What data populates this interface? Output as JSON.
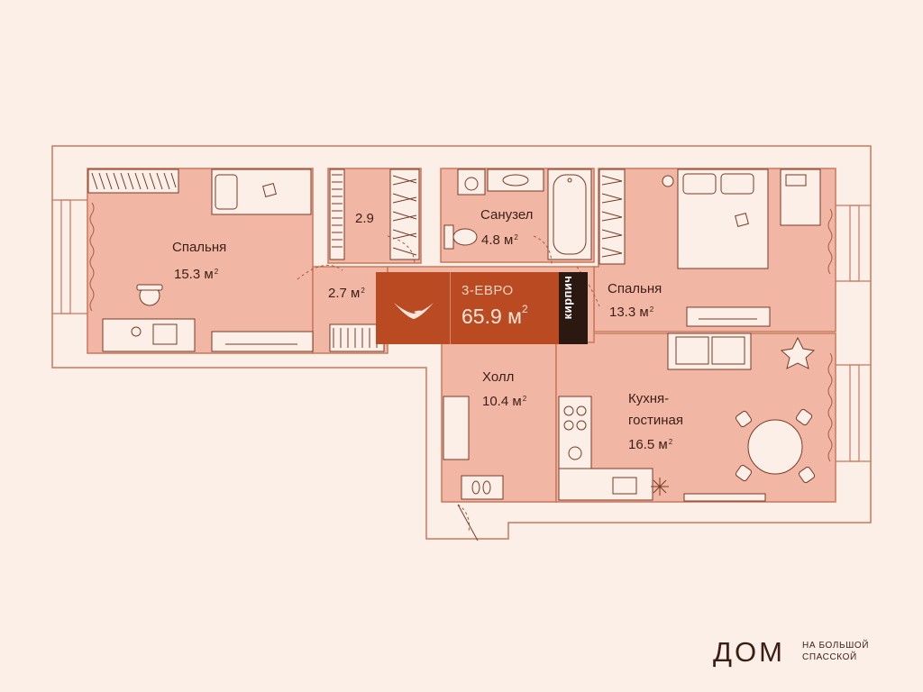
{
  "colors": {
    "background": "#fbefe7",
    "room_fill": "#f2b7a4",
    "wall": "#c9785c",
    "badge": "#b94a22",
    "badge_dark": "#2b1810",
    "text": "#3b1f17"
  },
  "apartment": {
    "type": "3-ЕВРО",
    "area_value": "65.9 м",
    "area_sup": "2",
    "material": "кирпич"
  },
  "rooms": {
    "bedroom_left": {
      "name": "Спальня",
      "area": "15.3 м",
      "sup": "2"
    },
    "closet": {
      "area": "2.9"
    },
    "corridor": {
      "area": "2.7 м",
      "sup": "2"
    },
    "bathroom": {
      "name": "Санузел",
      "area": "4.8 м",
      "sup": "2"
    },
    "bedroom_right": {
      "name": "Спальня",
      "area": "13.3 м",
      "sup": "2"
    },
    "hall": {
      "name": "Холл",
      "area": "10.4 м",
      "sup": "2"
    },
    "kitchen": {
      "name": "Кухня-\nгостиная",
      "name_line1": "Кухня-",
      "name_line2": "гостиная",
      "area": "16.5 м",
      "sup": "2"
    }
  },
  "logo": {
    "main": "ДОМ",
    "sub_line1": "НА БОЛЬШОЙ",
    "sub_line2": "СПАССКОЙ"
  },
  "icons": [
    "bird-logo-icon",
    "bed-icon",
    "armchair-icon",
    "desk-icon",
    "toilet-icon",
    "sink-icon",
    "bathtub-icon",
    "washing-machine-icon",
    "stove-icon",
    "dining-table-icon",
    "sofa-icon",
    "plant-icon",
    "shoes-icon",
    "tv-icon",
    "wardrobe-icon"
  ]
}
